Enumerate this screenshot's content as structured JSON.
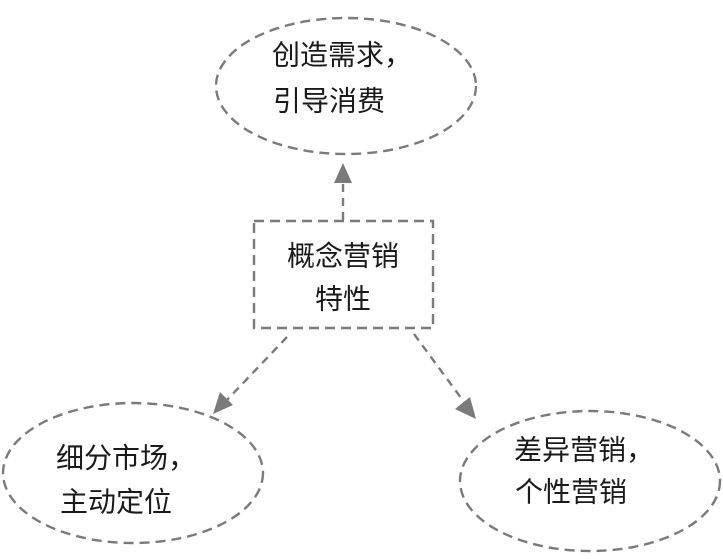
{
  "center": {
    "line1": "概念营销",
    "line2": "特性"
  },
  "top": {
    "line1": "创造需求，",
    "line2": "引导消费"
  },
  "bottom_left": {
    "line1": "细分市场，",
    "line2": "主动定位"
  },
  "bottom_right": {
    "line1": "差异营销，",
    "line2": "个性营销"
  },
  "colors": {
    "stroke": "#7a7a7a",
    "text": "#1a1a1a"
  }
}
